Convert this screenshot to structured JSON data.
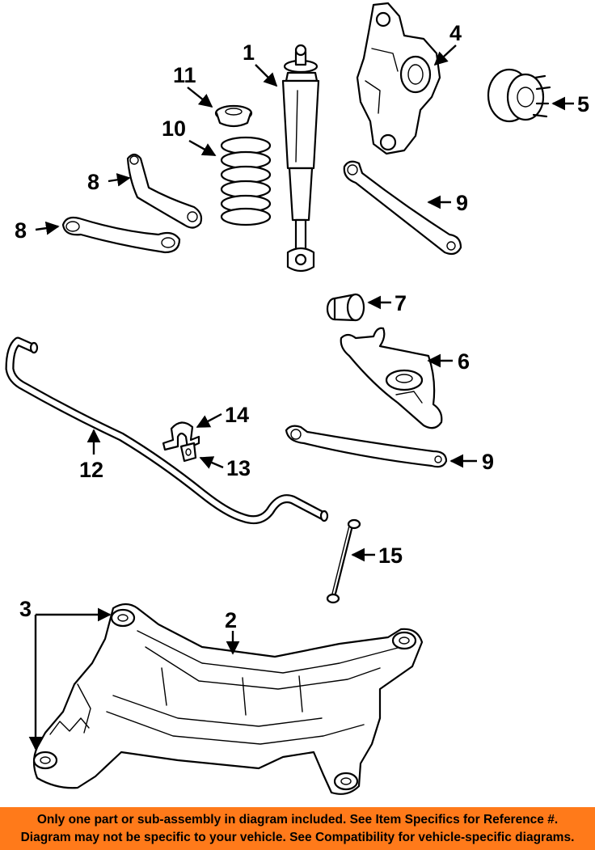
{
  "callouts": {
    "c1": "1",
    "c2": "2",
    "c3": "3",
    "c4": "4",
    "c5": "5",
    "c6": "6",
    "c7": "7",
    "c8a": "8",
    "c8b": "8",
    "c9a": "9",
    "c9b": "9",
    "c10": "10",
    "c11": "11",
    "c12": "12",
    "c13": "13",
    "c14": "14",
    "c15": "15"
  },
  "banner": {
    "line1": "Only one part or sub-assembly in diagram included. See Item Specifics for Reference #.",
    "line2": "Diagram may not be specific to your vehicle. See Compatibility for vehicle-specific diagrams."
  },
  "colors": {
    "banner_bg": "#ff7a1a",
    "line": "#000000"
  }
}
